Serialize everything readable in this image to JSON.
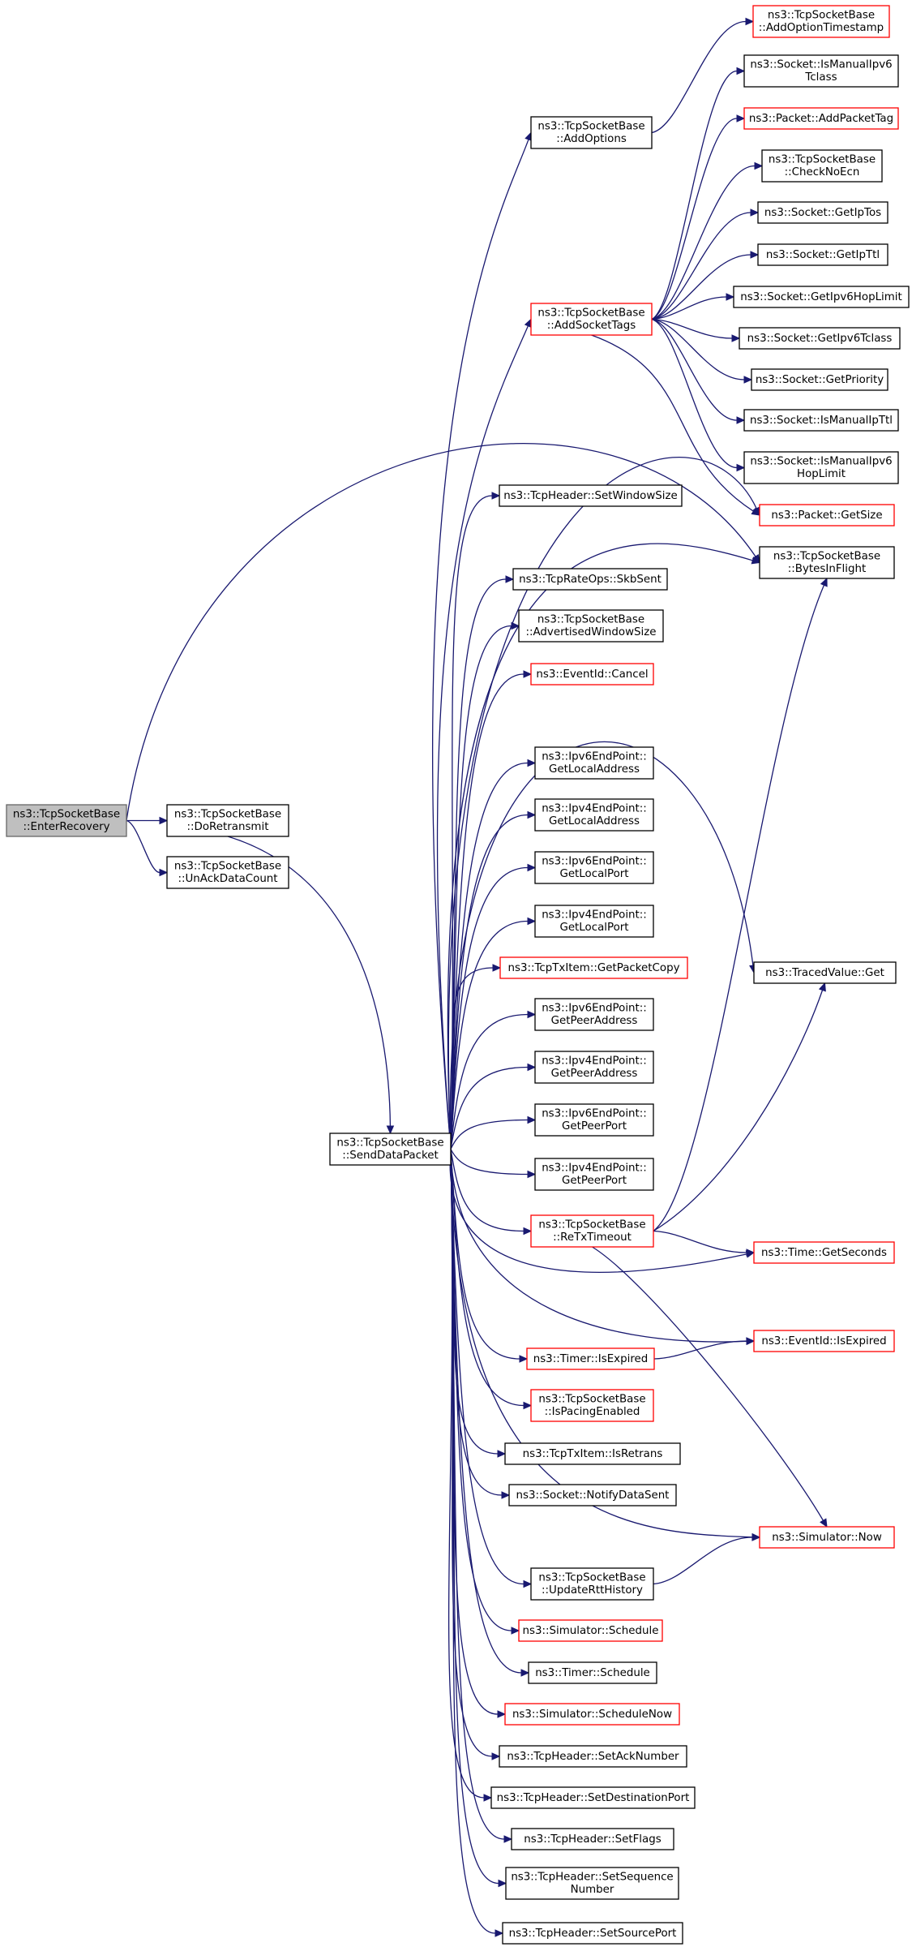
{
  "colors": {
    "edge": "#191970",
    "node_border_normal": "#000000",
    "node_border_linked": "#ff0000",
    "node_fill": "#ffffff",
    "node_fill_root": "#bfbfbf",
    "node_border_root": "#666666"
  },
  "nodes": [
    {
      "id": "enter-recovery",
      "lines": [
        "ns3::TcpSocketBase",
        "::EnterRecovery"
      ],
      "style": "root"
    },
    {
      "id": "do-retransmit",
      "lines": [
        "ns3::TcpSocketBase",
        "::DoRetransmit"
      ],
      "style": "normal"
    },
    {
      "id": "unack-data-count",
      "lines": [
        "ns3::TcpSocketBase",
        "::UnAckDataCount"
      ],
      "style": "normal"
    },
    {
      "id": "send-data-packet",
      "lines": [
        "ns3::TcpSocketBase",
        "::SendDataPacket"
      ],
      "style": "normal"
    },
    {
      "id": "add-options",
      "lines": [
        "ns3::TcpSocketBase",
        "::AddOptions"
      ],
      "style": "normal"
    },
    {
      "id": "add-option-timestamp",
      "lines": [
        "ns3::TcpSocketBase",
        "::AddOptionTimestamp"
      ],
      "style": "linked"
    },
    {
      "id": "is-manual-ipv6-tclass",
      "lines": [
        "ns3::Socket::IsManualIpv6",
        "Tclass"
      ],
      "style": "normal"
    },
    {
      "id": "add-packet-tag",
      "lines": [
        "ns3::Packet::AddPacketTag"
      ],
      "style": "linked"
    },
    {
      "id": "check-no-ecn",
      "lines": [
        "ns3::TcpSocketBase",
        "::CheckNoEcn"
      ],
      "style": "normal"
    },
    {
      "id": "get-ip-tos",
      "lines": [
        "ns3::Socket::GetIpTos"
      ],
      "style": "normal"
    },
    {
      "id": "get-ip-ttl",
      "lines": [
        "ns3::Socket::GetIpTtl"
      ],
      "style": "normal"
    },
    {
      "id": "add-socket-tags",
      "lines": [
        "ns3::TcpSocketBase",
        "::AddSocketTags"
      ],
      "style": "linked"
    },
    {
      "id": "get-ipv6-hop-limit",
      "lines": [
        "ns3::Socket::GetIpv6HopLimit"
      ],
      "style": "normal"
    },
    {
      "id": "get-ipv6-tclass",
      "lines": [
        "ns3::Socket::GetIpv6Tclass"
      ],
      "style": "normal"
    },
    {
      "id": "get-priority",
      "lines": [
        "ns3::Socket::GetPriority"
      ],
      "style": "normal"
    },
    {
      "id": "is-manual-ip-ttl",
      "lines": [
        "ns3::Socket::IsManualIpTtl"
      ],
      "style": "normal"
    },
    {
      "id": "is-manual-ipv6-hop-limit",
      "lines": [
        "ns3::Socket::IsManualIpv6",
        "HopLimit"
      ],
      "style": "normal"
    },
    {
      "id": "set-window-size",
      "lines": [
        "ns3::TcpHeader::SetWindowSize"
      ],
      "style": "normal"
    },
    {
      "id": "packet-get-size",
      "lines": [
        "ns3::Packet::GetSize"
      ],
      "style": "linked"
    },
    {
      "id": "bytes-in-flight",
      "lines": [
        "ns3::TcpSocketBase",
        "::BytesInFlight"
      ],
      "style": "normal"
    },
    {
      "id": "skb-sent",
      "lines": [
        "ns3::TcpRateOps::SkbSent"
      ],
      "style": "normal"
    },
    {
      "id": "advertised-window-size",
      "lines": [
        "ns3::TcpSocketBase",
        "::AdvertisedWindowSize"
      ],
      "style": "normal"
    },
    {
      "id": "event-id-cancel",
      "lines": [
        "ns3::EventId::Cancel"
      ],
      "style": "linked"
    },
    {
      "id": "ipv6-get-local-address",
      "lines": [
        "ns3::Ipv6EndPoint::",
        "GetLocalAddress"
      ],
      "style": "normal"
    },
    {
      "id": "ipv4-get-local-address",
      "lines": [
        "ns3::Ipv4EndPoint::",
        "GetLocalAddress"
      ],
      "style": "normal"
    },
    {
      "id": "ipv6-get-local-port",
      "lines": [
        "ns3::Ipv6EndPoint::",
        "GetLocalPort"
      ],
      "style": "normal"
    },
    {
      "id": "ipv4-get-local-port",
      "lines": [
        "ns3::Ipv4EndPoint::",
        "GetLocalPort"
      ],
      "style": "normal"
    },
    {
      "id": "get-packet-copy",
      "lines": [
        "ns3::TcpTxItem::GetPacketCopy"
      ],
      "style": "linked"
    },
    {
      "id": "traced-value-get",
      "lines": [
        "ns3::TracedValue::Get"
      ],
      "style": "normal"
    },
    {
      "id": "ipv6-get-peer-address",
      "lines": [
        "ns3::Ipv6EndPoint::",
        "GetPeerAddress"
      ],
      "style": "normal"
    },
    {
      "id": "ipv4-get-peer-address",
      "lines": [
        "ns3::Ipv4EndPoint::",
        "GetPeerAddress"
      ],
      "style": "normal"
    },
    {
      "id": "ipv6-get-peer-port",
      "lines": [
        "ns3::Ipv6EndPoint::",
        "GetPeerPort"
      ],
      "style": "normal"
    },
    {
      "id": "ipv4-get-peer-port",
      "lines": [
        "ns3::Ipv4EndPoint::",
        "GetPeerPort"
      ],
      "style": "normal"
    },
    {
      "id": "retx-timeout",
      "lines": [
        "ns3::TcpSocketBase",
        "::ReTxTimeout"
      ],
      "style": "linked"
    },
    {
      "id": "time-get-seconds",
      "lines": [
        "ns3::Time::GetSeconds"
      ],
      "style": "linked"
    },
    {
      "id": "timer-is-expired",
      "lines": [
        "ns3::Timer::IsExpired"
      ],
      "style": "linked"
    },
    {
      "id": "event-id-is-expired",
      "lines": [
        "ns3::EventId::IsExpired"
      ],
      "style": "linked"
    },
    {
      "id": "is-pacing-enabled",
      "lines": [
        "ns3::TcpSocketBase",
        "::IsPacingEnabled"
      ],
      "style": "linked"
    },
    {
      "id": "is-retrans",
      "lines": [
        "ns3::TcpTxItem::IsRetrans"
      ],
      "style": "normal"
    },
    {
      "id": "notify-data-sent",
      "lines": [
        "ns3::Socket::NotifyDataSent"
      ],
      "style": "normal"
    },
    {
      "id": "simulator-now",
      "lines": [
        "ns3::Simulator::Now"
      ],
      "style": "linked"
    },
    {
      "id": "update-rtt-history",
      "lines": [
        "ns3::TcpSocketBase",
        "::UpdateRttHistory"
      ],
      "style": "normal"
    },
    {
      "id": "simulator-schedule",
      "lines": [
        "ns3::Simulator::Schedule"
      ],
      "style": "linked"
    },
    {
      "id": "timer-schedule",
      "lines": [
        "ns3::Timer::Schedule"
      ],
      "style": "normal"
    },
    {
      "id": "simulator-schedule-now",
      "lines": [
        "ns3::Simulator::ScheduleNow"
      ],
      "style": "linked"
    },
    {
      "id": "set-ack-number",
      "lines": [
        "ns3::TcpHeader::SetAckNumber"
      ],
      "style": "normal"
    },
    {
      "id": "set-destination-port",
      "lines": [
        "ns3::TcpHeader::SetDestinationPort"
      ],
      "style": "normal"
    },
    {
      "id": "set-flags",
      "lines": [
        "ns3::TcpHeader::SetFlags"
      ],
      "style": "normal"
    },
    {
      "id": "set-sequence-number",
      "lines": [
        "ns3::TcpHeader::SetSequence",
        "Number"
      ],
      "style": "normal"
    },
    {
      "id": "set-source-port",
      "lines": [
        "ns3::TcpHeader::SetSourcePort"
      ],
      "style": "normal"
    }
  ],
  "edges": [
    [
      "enter-recovery",
      "do-retransmit"
    ],
    [
      "enter-recovery",
      "unack-data-count"
    ],
    [
      "enter-recovery",
      "bytes-in-flight"
    ],
    [
      "do-retransmit",
      "send-data-packet"
    ],
    [
      "send-data-packet",
      "add-options"
    ],
    [
      "send-data-packet",
      "add-socket-tags"
    ],
    [
      "send-data-packet",
      "set-window-size"
    ],
    [
      "send-data-packet",
      "packet-get-size"
    ],
    [
      "send-data-packet",
      "bytes-in-flight"
    ],
    [
      "send-data-packet",
      "skb-sent"
    ],
    [
      "send-data-packet",
      "advertised-window-size"
    ],
    [
      "send-data-packet",
      "event-id-cancel"
    ],
    [
      "send-data-packet",
      "traced-value-get"
    ],
    [
      "send-data-packet",
      "ipv6-get-local-address"
    ],
    [
      "send-data-packet",
      "ipv4-get-local-address"
    ],
    [
      "send-data-packet",
      "ipv6-get-local-port"
    ],
    [
      "send-data-packet",
      "ipv4-get-local-port"
    ],
    [
      "send-data-packet",
      "get-packet-copy"
    ],
    [
      "send-data-packet",
      "ipv6-get-peer-address"
    ],
    [
      "send-data-packet",
      "ipv4-get-peer-address"
    ],
    [
      "send-data-packet",
      "ipv6-get-peer-port"
    ],
    [
      "send-data-packet",
      "ipv4-get-peer-port"
    ],
    [
      "send-data-packet",
      "retx-timeout"
    ],
    [
      "send-data-packet",
      "time-get-seconds"
    ],
    [
      "send-data-packet",
      "event-id-is-expired"
    ],
    [
      "send-data-packet",
      "timer-is-expired"
    ],
    [
      "send-data-packet",
      "is-pacing-enabled"
    ],
    [
      "send-data-packet",
      "is-retrans"
    ],
    [
      "send-data-packet",
      "notify-data-sent"
    ],
    [
      "send-data-packet",
      "simulator-now"
    ],
    [
      "send-data-packet",
      "update-rtt-history"
    ],
    [
      "send-data-packet",
      "simulator-schedule"
    ],
    [
      "send-data-packet",
      "timer-schedule"
    ],
    [
      "send-data-packet",
      "simulator-schedule-now"
    ],
    [
      "send-data-packet",
      "set-ack-number"
    ],
    [
      "send-data-packet",
      "set-destination-port"
    ],
    [
      "send-data-packet",
      "set-flags"
    ],
    [
      "send-data-packet",
      "set-sequence-number"
    ],
    [
      "send-data-packet",
      "set-source-port"
    ],
    [
      "add-options",
      "add-option-timestamp"
    ],
    [
      "add-socket-tags",
      "is-manual-ipv6-tclass"
    ],
    [
      "add-socket-tags",
      "add-packet-tag"
    ],
    [
      "add-socket-tags",
      "check-no-ecn"
    ],
    [
      "add-socket-tags",
      "get-ip-tos"
    ],
    [
      "add-socket-tags",
      "get-ip-ttl"
    ],
    [
      "add-socket-tags",
      "get-ipv6-hop-limit"
    ],
    [
      "add-socket-tags",
      "get-ipv6-tclass"
    ],
    [
      "add-socket-tags",
      "get-priority"
    ],
    [
      "add-socket-tags",
      "is-manual-ip-ttl"
    ],
    [
      "add-socket-tags",
      "is-manual-ipv6-hop-limit"
    ],
    [
      "add-socket-tags",
      "packet-get-size"
    ],
    [
      "retx-timeout",
      "bytes-in-flight"
    ],
    [
      "retx-timeout",
      "traced-value-get"
    ],
    [
      "retx-timeout",
      "time-get-seconds"
    ],
    [
      "retx-timeout",
      "simulator-now"
    ],
    [
      "timer-is-expired",
      "event-id-is-expired"
    ],
    [
      "update-rtt-history",
      "simulator-now"
    ]
  ]
}
